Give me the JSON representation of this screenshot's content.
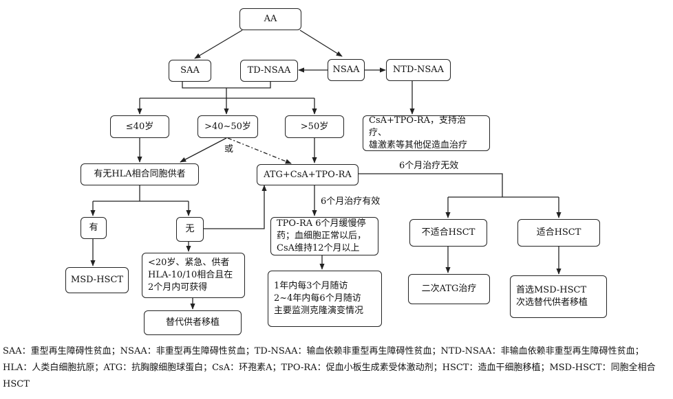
{
  "nodes": {
    "aa": "AA",
    "saa": "SAA",
    "td_nsaa": "TD-NSAA",
    "nsaa": "NSAA",
    "ntd_nsaa": "NTD-NSAA",
    "age_le40": "≤40岁",
    "age_40_50": ">40~50岁",
    "age_gt50": ">50岁",
    "csa_tpo": "CsA+TPO-RA，支持治疗、\n雄激素等其他促造血治疗",
    "hla_donor": "有无HLA相合同胞供者",
    "atg_csa_tpo": "ATG+CsA+TPO-RA",
    "yes": "有",
    "no": "无",
    "msd_hsct": "MSD-HSCT",
    "alt_criteria": "<20岁、紧急、供者\nHLA-10/10相合且在\n2个月内可获得",
    "alt_donor": "替代供者移植",
    "tpo_taper": "TPO-RA 6个月缓慢停\n药；血细胞正常以后，\nCsA维持12个月以上",
    "followup": "1年内每3个月随访\n2~4年内每6个月随访\n主要监测克隆演变情况",
    "not_hsct": "不适合HSCT",
    "fit_hsct": "适合HSCT",
    "second_atg": "二次ATG治疗",
    "pref_msd": "首选MSD-HSCT\n次选替代供者移植"
  },
  "labels": {
    "or": "或",
    "ineffective_6m": "6个月治疗无效",
    "effective_6m": "6个月治疗有效"
  },
  "footnote": "SAA：重型再生障碍性贫血；NSAA：非重型再生障碍性贫血；TD-NSAA：输血依赖非重型再生障碍性贫血；NTD-NSAA：非输血依赖非重型再生障碍性贫血；HLA：人类白细胞抗原；ATG：抗胸腺细胞球蛋白；CsA：环孢素A；TPO-RA：促血小板生成素受体激动剂；HSCT：造血干细胞移植；MSD-HSCT：同胞全相合HSCT"
}
